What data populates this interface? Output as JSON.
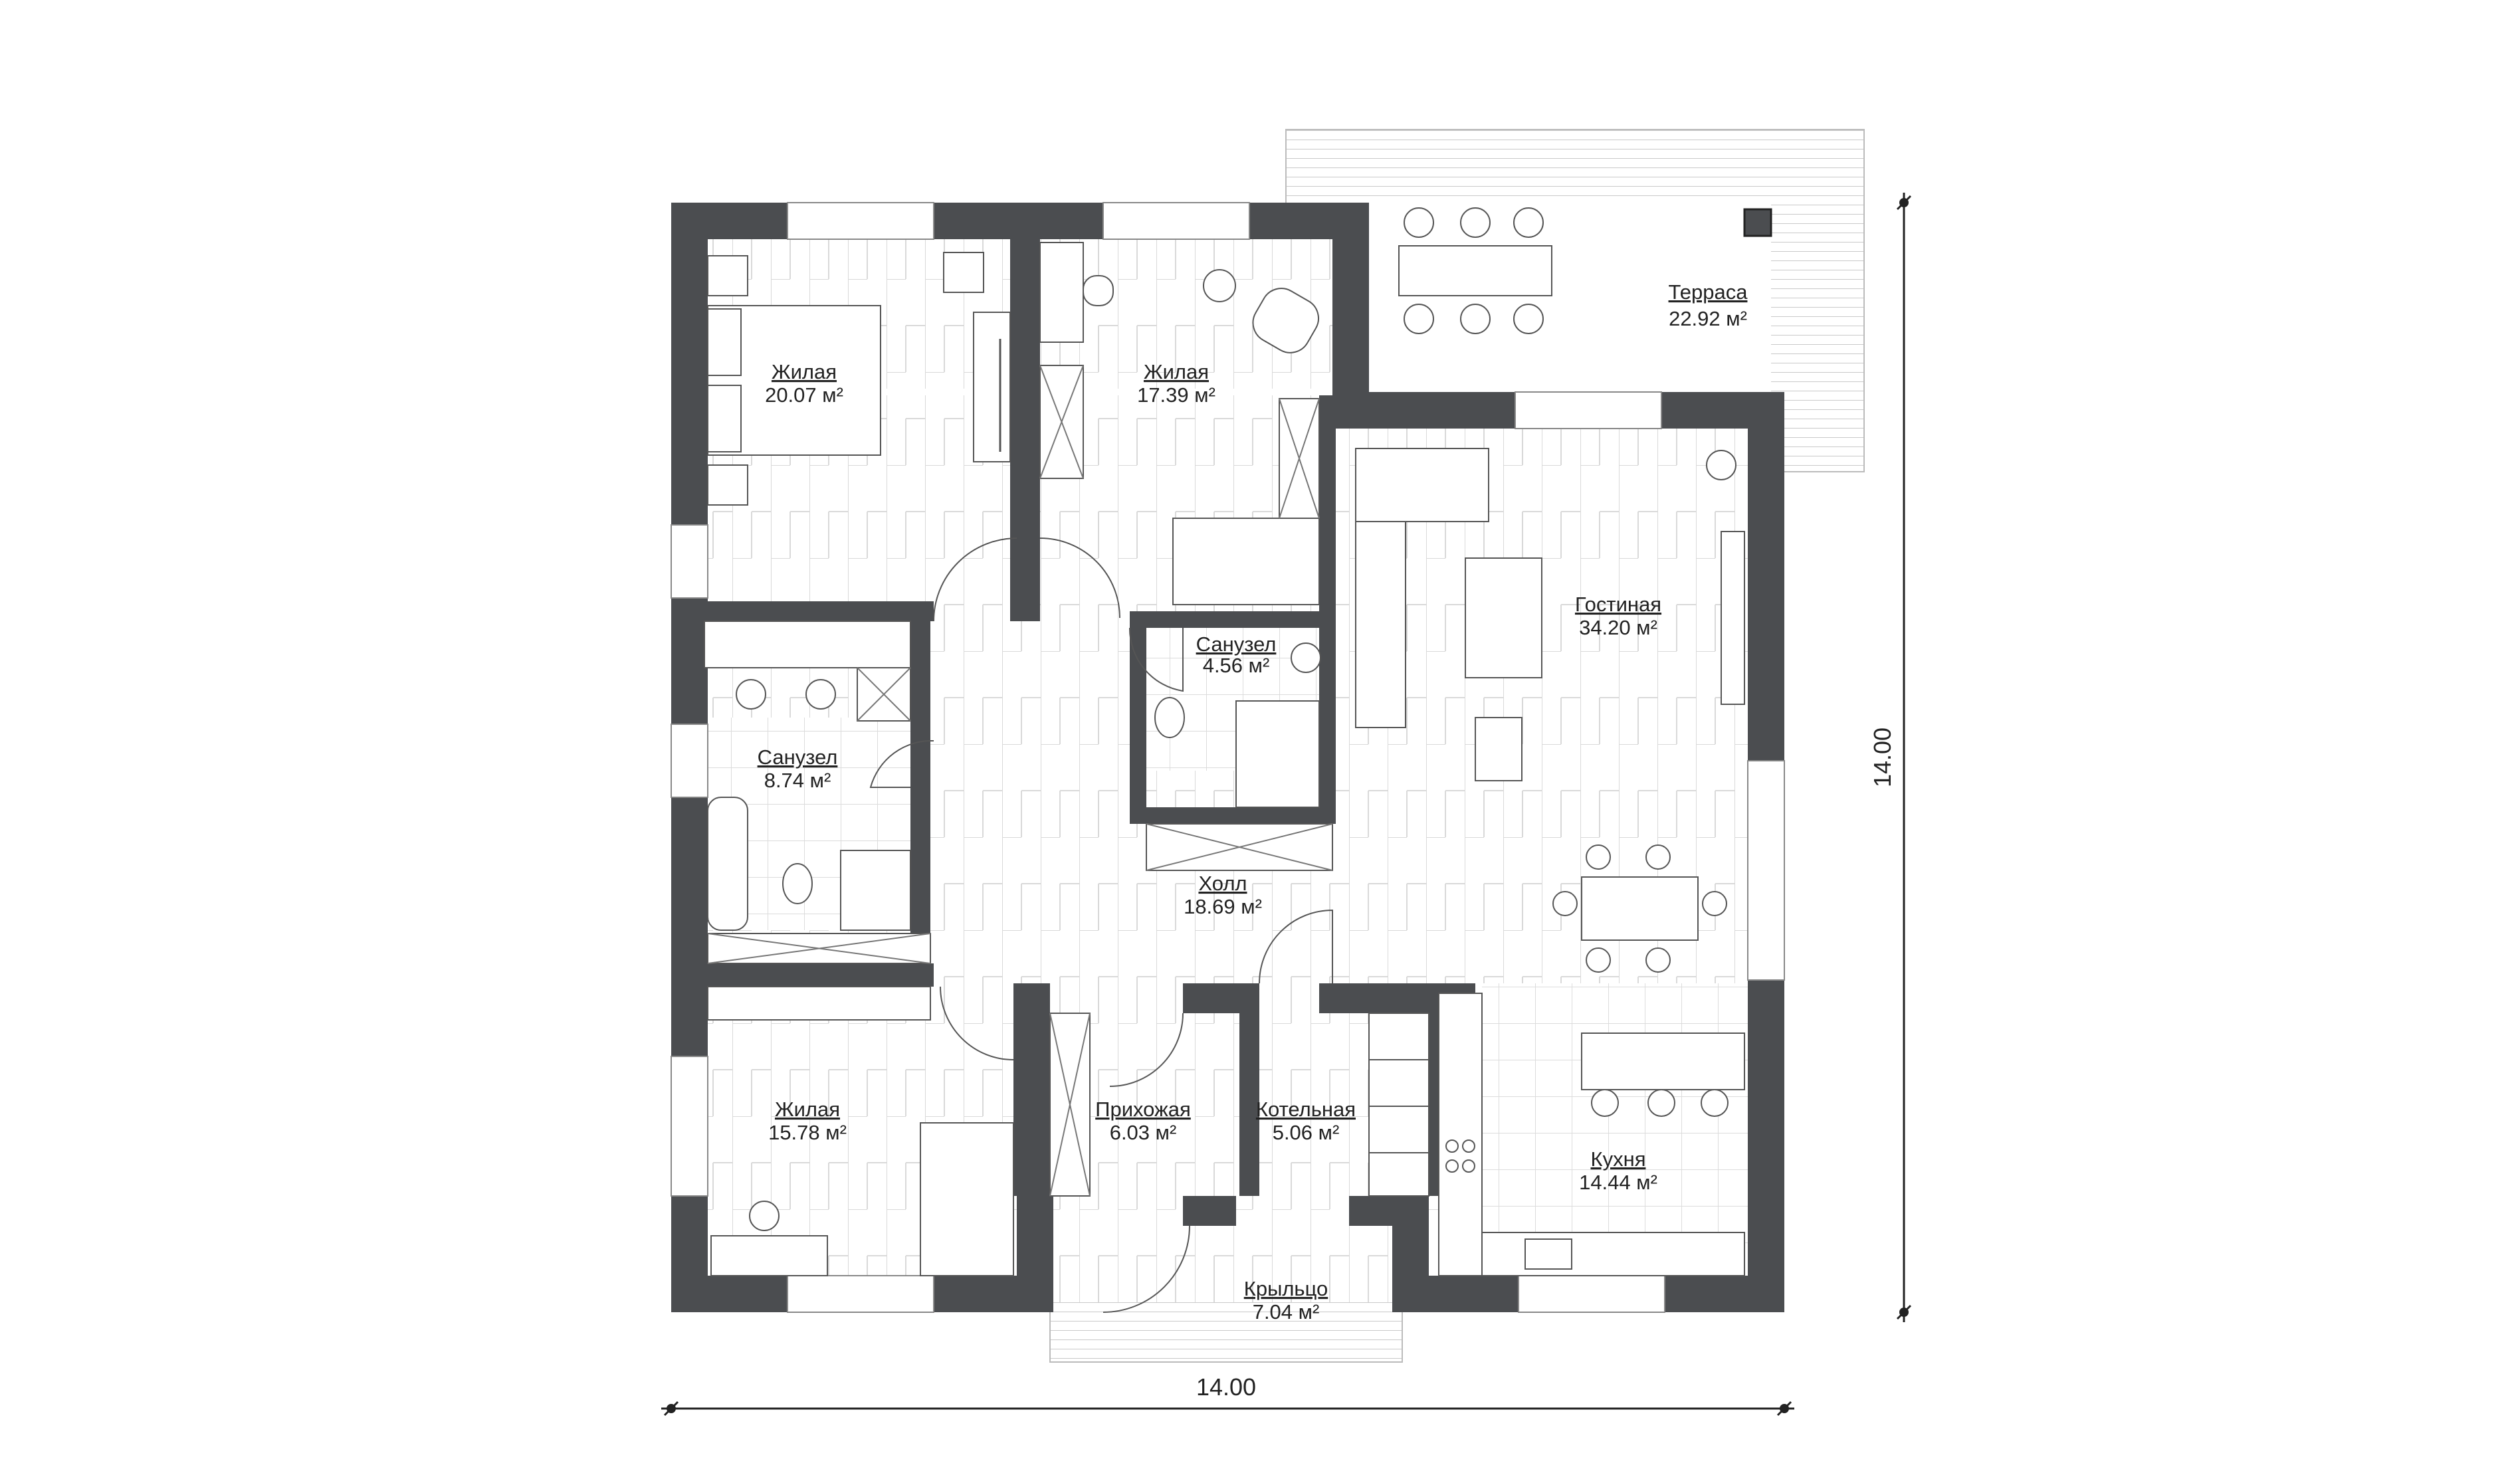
{
  "rooms": {
    "living_bedroom_1": {
      "name": "Жилая",
      "area": "20.07 м²"
    },
    "living_bedroom_2": {
      "name": "Жилая",
      "area": "17.39 м²"
    },
    "living_bedroom_3": {
      "name": "Жилая",
      "area": "15.78 м²"
    },
    "bathroom_1": {
      "name": "Санузел",
      "area": "4.56 м²"
    },
    "bathroom_2": {
      "name": "Санузел",
      "area": "8.74 м²"
    },
    "hall": {
      "name": "Холл",
      "area": "18.69 м²"
    },
    "living_room": {
      "name": "Гостиная",
      "area": "34.20 м²"
    },
    "terrace": {
      "name": "Терраса",
      "area": "22.92 м²"
    },
    "entrance": {
      "name": "Прихожая",
      "area": "6.03 м²"
    },
    "boiler": {
      "name": "Котельная",
      "area": "5.06 м²"
    },
    "kitchen": {
      "name": "Кухня",
      "area": "14.44 м²"
    },
    "porch": {
      "name": "Крыльцо",
      "area": "7.04 м²"
    }
  },
  "dimensions": {
    "width": "14.00",
    "height": "14.00"
  },
  "colors": {
    "wall": "#4b4d50",
    "line": "#555555",
    "background": "#ffffff"
  }
}
